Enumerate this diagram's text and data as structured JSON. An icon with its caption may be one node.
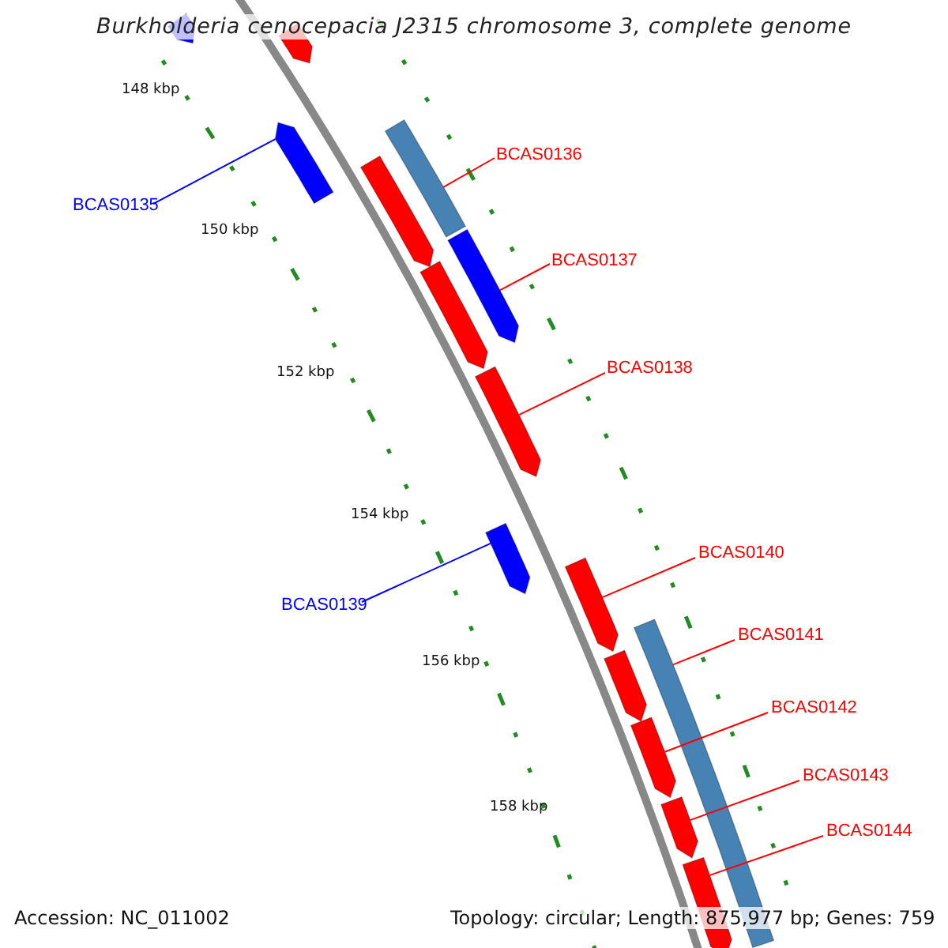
{
  "diagram": {
    "title": "Burkholderia cenocepacia J2315 chromosome 3, complete genome",
    "nodes": [
      {
        "text": [
          "BCAS0135"
        ]
      },
      {
        "text": [
          "BCAS0136"
        ]
      },
      {
        "text": [
          "BCAS0137"
        ]
      },
      {
        "text": [
          "BCAS0138"
        ]
      },
      {
        "text": [
          "BCAS0139"
        ]
      },
      {
        "text": [
          "BCAS0140"
        ]
      },
      {
        "text": [
          "BCAS0141"
        ]
      },
      {
        "text": [
          "BCAS0142"
        ]
      },
      {
        "text": [
          "BCAS0143"
        ]
      },
      {
        "text": [
          "BCAS0144"
        ]
      },
      {
        "text": [],
        "shape": "bar"
      },
      {
        "text": [],
        "shape": "bar"
      },
      {
        "text": [],
        "shape": "bar"
      },
      {
        "text": [],
        "shape": "bar"
      },
      {
        "text": [],
        "shape": "bar"
      },
      {
        "text": [],
        "shape": "bar"
      },
      {
        "text": [],
        "shape": "bar"
      },
      {
        "text": [],
        "shape": "bar"
      },
      {
        "text": [],
        "shape": "bar"
      },
      {
        "text": [],
        "shape": "bar"
      },
      {
        "text": [],
        "shape": "bar"
      },
      {
        "text": [],
        "shape": "bar"
      },
      {
        "text": [],
        "shape": "bar"
      },
      {
        "text": [],
        "shape": "bar"
      },
      {
        "text": [],
        "shape": "bar"
      }
    ],
    "edges": [
      {
        "from": 0,
        "to": 12,
        "arrow": "none",
        "color": "#0000ff"
      },
      {
        "from": 1,
        "to": 14,
        "arrow": "none"
      },
      {
        "from": 2,
        "to": 16,
        "arrow": "none"
      },
      {
        "from": 3,
        "to": 17,
        "arrow": "none"
      },
      {
        "from": 4,
        "to": 18,
        "arrow": "none",
        "color": "#0000ff"
      },
      {
        "from": 5,
        "to": 19,
        "arrow": "none"
      },
      {
        "from": 6,
        "to": 21,
        "arrow": "none"
      },
      {
        "from": 7,
        "to": 22,
        "arrow": "none"
      },
      {
        "from": 8,
        "to": 23,
        "arrow": "none"
      },
      {
        "from": 9,
        "to": 24,
        "arrow": "none"
      }
    ],
    "labels": [
      "148 kbp",
      "150 kbp",
      "152 kbp",
      "154 kbp",
      "156 kbp",
      "158 kbp",
      "Accession: NC_011002",
      "Topology: circular; Length: 875,977 bp; Genes: 759"
    ]
  }
}
